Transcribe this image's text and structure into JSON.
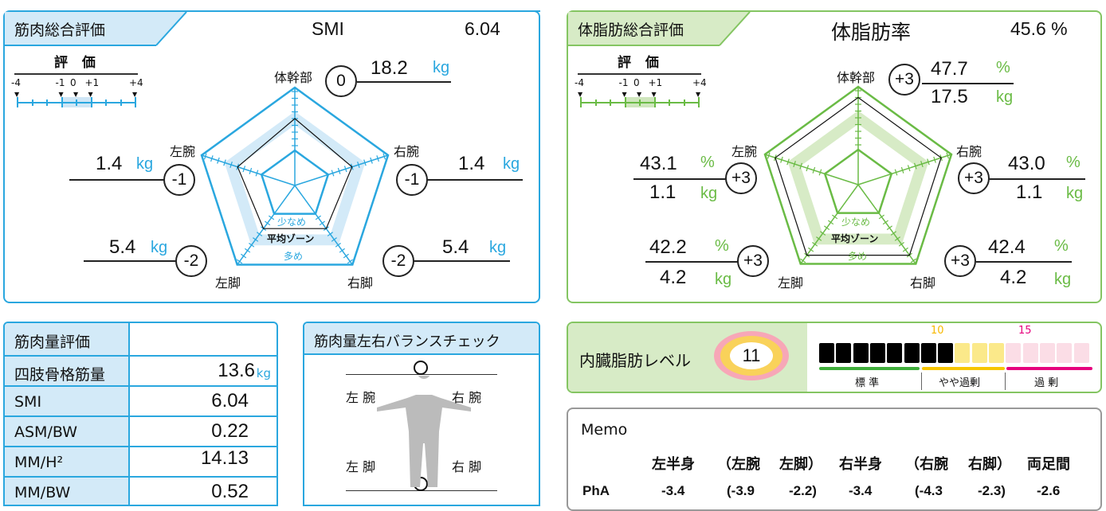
{
  "muscle": {
    "title": "筋肉総合評価",
    "smi_label": "SMI",
    "smi_value": "6.04",
    "scale_title": "評 価",
    "scale_ticks": [
      "-4",
      "-1",
      "0",
      "+1",
      "+4"
    ],
    "zone": {
      "low": "少なめ",
      "avg": "平均ゾーン",
      "high": "多め"
    },
    "parts": [
      {
        "name": "体幹部",
        "score": 0,
        "value": "18.2",
        "unit": "kg",
        "score_label": "0"
      },
      {
        "name": "右腕",
        "score": -1,
        "value": "1.4",
        "unit": "kg",
        "score_label": "-1"
      },
      {
        "name": "右脚",
        "score": -2,
        "value": "5.4",
        "unit": "kg",
        "score_label": "-2"
      },
      {
        "name": "左脚",
        "score": -2,
        "value": "5.4",
        "unit": "kg",
        "score_label": "-2"
      },
      {
        "name": "左腕",
        "score": -1,
        "value": "1.4",
        "unit": "kg",
        "score_label": "-1"
      }
    ]
  },
  "fat": {
    "title": "体脂肪総合評価",
    "pbf_label": "体脂肪率",
    "pbf_value": "45.6 %",
    "scale_title": "評 価",
    "scale_ticks": [
      "-4",
      "-1",
      "0",
      "+1",
      "+4"
    ],
    "zone": {
      "low": "少なめ",
      "avg": "平均ゾーン",
      "high": "多め"
    },
    "parts": [
      {
        "name": "体幹部",
        "score": 3,
        "percent": "47.7",
        "kg": "17.5",
        "score_label": "+3"
      },
      {
        "name": "右腕",
        "score": 3,
        "percent": "43.0",
        "kg": "1.1",
        "score_label": "+3"
      },
      {
        "name": "右脚",
        "score": 3,
        "percent": "42.4",
        "kg": "4.2",
        "score_label": "+3"
      },
      {
        "name": "左脚",
        "score": 3,
        "percent": "42.2",
        "kg": "4.2",
        "score_label": "+3"
      },
      {
        "name": "左腕",
        "score": 3,
        "percent": "43.1",
        "kg": "1.1",
        "score_label": "+3"
      }
    ],
    "pct_unit": "%",
    "kg_unit": "kg"
  },
  "muscle_mass": {
    "title": "筋肉量評価",
    "rows": [
      {
        "label": "四肢骨格筋量",
        "value": "13.6",
        "unit": "kg"
      },
      {
        "label": "SMI",
        "value": "6.04"
      },
      {
        "label": "ASM/BW",
        "value": "0.22"
      },
      {
        "label": "MM/H²",
        "value": "14.13"
      },
      {
        "label": "MM/BW",
        "value": "0.52"
      }
    ]
  },
  "balance": {
    "title": "筋肉量左右バランスチェック",
    "left_arm": "左 腕",
    "right_arm": "右 腕",
    "left_leg": "左 脚",
    "right_leg": "右 脚"
  },
  "visceral": {
    "title": "内臓脂肪レベル",
    "level": "11",
    "filled": 8,
    "yellow": 3,
    "pink": 5,
    "mark10": "10",
    "mark15": "15",
    "ranges": [
      "標 準",
      "やや過剰",
      "過 剰"
    ],
    "colors": {
      "standard": "#3fae3a",
      "slight": "#f7c600",
      "over": "#e6007e"
    }
  },
  "memo": {
    "title": "Memo",
    "headers": [
      "左半身",
      "（左腕",
      "左脚）",
      "右半身",
      "（右腕",
      "右脚）",
      "両足間"
    ],
    "row_label": "PhA",
    "values": [
      "-3.4",
      "(-3.9",
      "-2.2)",
      "-3.4",
      "(-4.3",
      "-2.3)",
      "-2.6"
    ]
  }
}
